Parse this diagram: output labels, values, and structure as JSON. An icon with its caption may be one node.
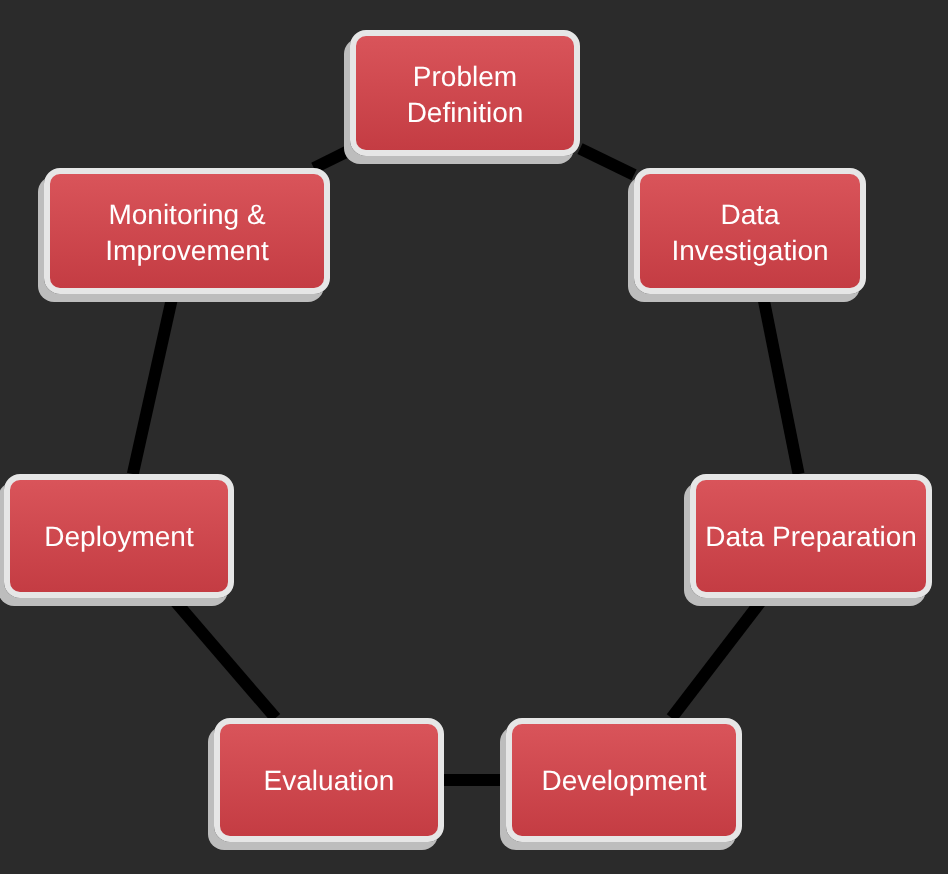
{
  "diagram": {
    "nodes": [
      {
        "text": [
          "Problem Definition"
        ]
      },
      {
        "text": [
          "Data Investigation"
        ]
      },
      {
        "text": [
          "Data Preparation"
        ]
      },
      {
        "text": [
          "Development"
        ]
      },
      {
        "text": [
          "Evaluation"
        ]
      },
      {
        "text": [
          "Deployment"
        ]
      },
      {
        "text": [
          "Monitoring & Improvement"
        ]
      }
    ],
    "edges": [
      {
        "from": 0,
        "to": 1,
        "arrow": "none"
      },
      {
        "from": 1,
        "to": 2,
        "arrow": "none"
      },
      {
        "from": 2,
        "to": 3,
        "arrow": "none"
      },
      {
        "from": 3,
        "to": 4,
        "arrow": "none"
      },
      {
        "from": 4,
        "to": 5,
        "arrow": "none"
      },
      {
        "from": 5,
        "to": 6,
        "arrow": "none"
      },
      {
        "from": 6,
        "to": 0,
        "arrow": "none"
      }
    ]
  }
}
